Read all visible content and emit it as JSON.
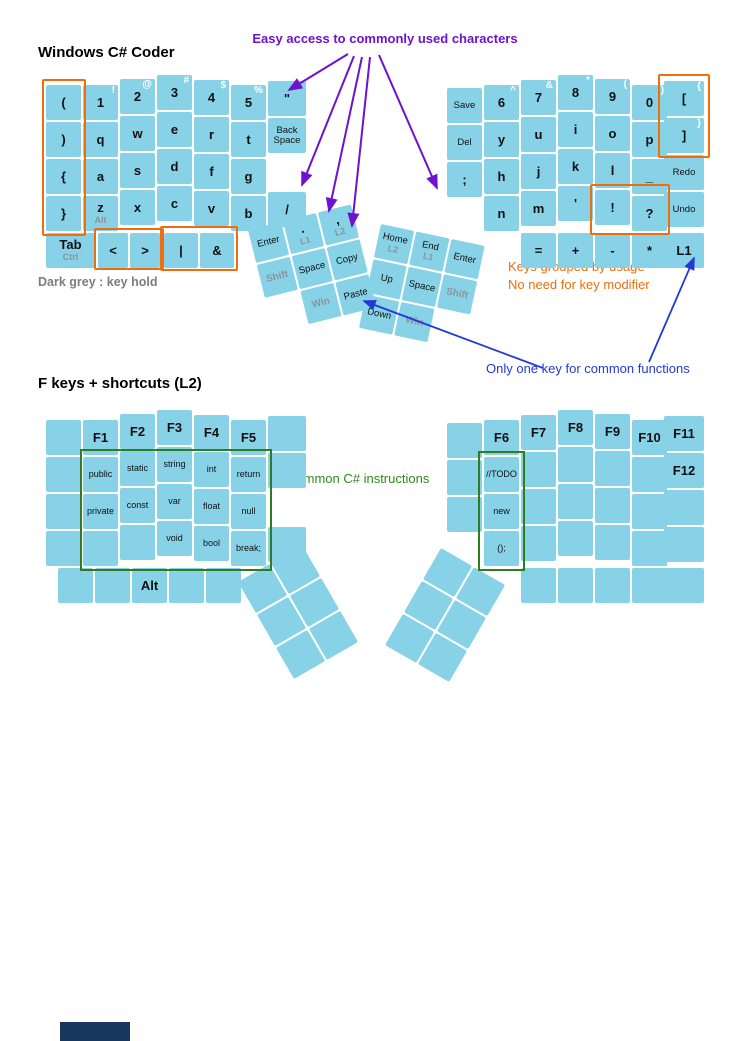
{
  "titles": {
    "layer1": "Windows C# Coder",
    "layer2": "F keys + shortcuts (L2)"
  },
  "annotations": {
    "easy_access": "Easy access to commonly used characters",
    "key_hold": "Dark grey : key hold",
    "grouped": "Keys grouped by usage",
    "no_modifier": "No need for key modifier",
    "one_key": "Only one key for common functions",
    "common_cs": "Common C# instructions"
  },
  "colors": {
    "key_blue": "#87d2e7",
    "hold_gray": "#8a959b",
    "orange": "#ed6e0e",
    "purple": "#6d12cf",
    "blue": "#2438d8",
    "green": "#2e7d1e",
    "navy": "#17375e"
  },
  "layer1": {
    "left": {
      "rows": [
        [
          "(",
          {
            "t": "1",
            "s": "!"
          },
          {
            "t": "2",
            "s": "@"
          },
          {
            "t": "3",
            "s": "#"
          },
          {
            "t": "4",
            "s": "$"
          },
          {
            "t": "5",
            "s": "%"
          },
          "\""
        ],
        [
          ")",
          "q",
          "w",
          "e",
          "r",
          "t",
          {
            "t": "Back Space",
            "small": true
          }
        ],
        [
          "{",
          "a",
          "s",
          "d",
          "f",
          "g",
          null
        ],
        [
          "}",
          {
            "t": "z",
            "h": "Alt"
          },
          "x",
          "c",
          "v",
          "b",
          "/"
        ],
        [
          {
            "t": "Tab",
            "h": "Ctrl"
          },
          "<",
          ">",
          "|",
          "&"
        ]
      ],
      "thumb": [
        [
          {
            "t": "Enter",
            "small": true
          },
          {
            "t": ".",
            "h": "L1"
          },
          {
            "t": ",",
            "h": "L2"
          }
        ],
        [
          {
            "t": "Shift",
            "gray": true,
            "small": true
          },
          {
            "t": "Space",
            "small": true
          },
          {
            "t": "Copy",
            "small": true
          }
        ],
        [
          null,
          {
            "t": "Win",
            "gray": true,
            "small": true
          },
          {
            "t": "Paste",
            "small": true
          }
        ]
      ]
    },
    "right": {
      "rows": [
        [
          {
            "t": "Save",
            "small": true
          },
          {
            "t": "6",
            "s": "^"
          },
          {
            "t": "7",
            "s": "&"
          },
          {
            "t": "8",
            "s": "*"
          },
          {
            "t": "9",
            "s": "("
          },
          {
            "t": "0",
            "s": ")"
          },
          {
            "t": "[",
            "s": "{"
          }
        ],
        [
          {
            "t": "Del",
            "small": true
          },
          "y",
          "u",
          "i",
          "o",
          "p",
          {
            "t": "]",
            "s": "}"
          }
        ],
        [
          ";",
          "h",
          "j",
          "k",
          "l",
          "_",
          {
            "t": "Redo",
            "small": true
          }
        ],
        [
          null,
          "n",
          "m",
          "'",
          "!",
          "?",
          {
            "t": "Undo",
            "small": true
          }
        ],
        [
          "=",
          "+",
          "-",
          "*",
          "L1"
        ]
      ],
      "thumb": [
        [
          {
            "t": "Home",
            "h": "L2",
            "small": true
          },
          {
            "t": "End",
            "h": "L1",
            "small": true
          },
          {
            "t": "Enter",
            "small": true
          }
        ],
        [
          {
            "t": "Up",
            "small": true
          },
          {
            "t": "Space",
            "small": true
          },
          {
            "t": "Shift",
            "gray": true,
            "small": true
          }
        ],
        [
          {
            "t": "Down",
            "small": true
          },
          {
            "t": "Win",
            "gray": true,
            "small": true
          },
          null
        ]
      ]
    }
  },
  "layer2": {
    "left": {
      "rows": [
        [
          {
            "blank": true
          },
          "F1",
          "F2",
          "F3",
          "F4",
          "F5",
          {
            "blank": true
          }
        ],
        [
          {
            "blank": true
          },
          {
            "t": "public",
            "kw": true
          },
          {
            "t": "static",
            "kw": true
          },
          {
            "t": "string",
            "kw": true
          },
          {
            "t": "int",
            "kw": true
          },
          {
            "t": "return",
            "kw": true
          },
          {
            "blank": true
          }
        ],
        [
          {
            "blank": true
          },
          {
            "t": "private",
            "kw": true
          },
          {
            "t": "const",
            "kw": true
          },
          {
            "t": "var",
            "kw": true
          },
          {
            "t": "float",
            "kw": true
          },
          {
            "t": "null",
            "kw": true
          },
          null
        ],
        [
          {
            "blank": true
          },
          {
            "blank": true
          },
          {
            "blank": true
          },
          {
            "t": "void",
            "kw": true
          },
          {
            "t": "bool",
            "kw": true
          },
          {
            "t": "break;",
            "kw": true
          },
          {
            "blank": true
          }
        ],
        [
          {
            "blank": true
          },
          {
            "blank": true
          },
          "Alt",
          {
            "blank": true
          },
          {
            "blank": true
          }
        ]
      ],
      "thumb": [
        [
          {
            "blank": true
          },
          {
            "blank": true
          }
        ],
        [
          {
            "blank": true
          },
          {
            "blank": true
          }
        ],
        [
          {
            "blank": true
          },
          {
            "blank": true
          }
        ]
      ]
    },
    "right": {
      "rows": [
        [
          {
            "blank": true
          },
          "F6",
          "F7",
          "F8",
          "F9",
          "F10",
          "F11"
        ],
        [
          {
            "blank": true
          },
          {
            "t": "//TODO",
            "kw": true
          },
          {
            "blank": true
          },
          {
            "blank": true
          },
          {
            "blank": true
          },
          {
            "blank": true
          },
          "F12"
        ],
        [
          {
            "blank": true
          },
          {
            "t": "new",
            "kw": true
          },
          {
            "blank": true
          },
          {
            "blank": true
          },
          {
            "blank": true
          },
          {
            "blank": true
          },
          {
            "blank": true
          }
        ],
        [
          null,
          {
            "t": "();",
            "kw": true
          },
          {
            "blank": true
          },
          {
            "blank": true
          },
          {
            "blank": true
          },
          {
            "blank": true
          },
          {
            "blank": true
          }
        ],
        [
          {
            "blank": true
          },
          {
            "blank": true
          },
          {
            "blank": true
          },
          {
            "blank": true
          },
          {
            "blank": true
          }
        ]
      ],
      "thumb": [
        [
          {
            "blank": true
          },
          {
            "blank": true
          }
        ],
        [
          {
            "blank": true
          },
          {
            "blank": true
          }
        ],
        [
          {
            "blank": true
          },
          {
            "blank": true
          }
        ]
      ]
    }
  }
}
